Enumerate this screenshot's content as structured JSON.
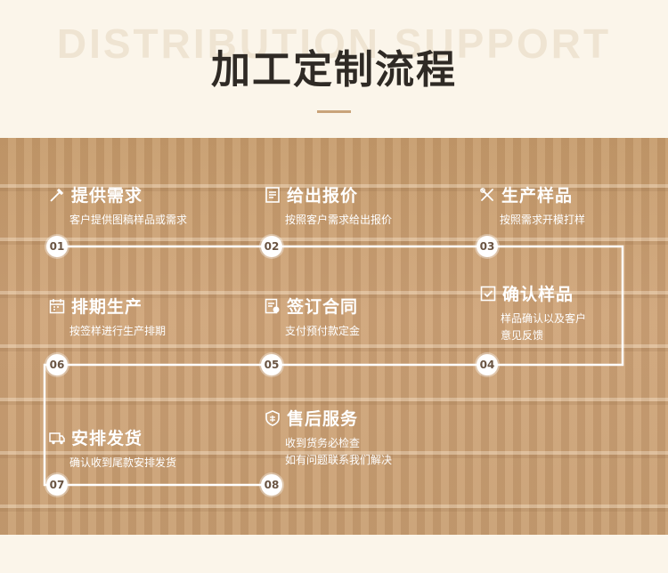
{
  "header": {
    "bg_word": "DISTRIBUTION SUPPORT",
    "title": "加工定制流程"
  },
  "steps": [
    {
      "num": "01",
      "title": "提供需求",
      "desc": [
        "客户提供图稿样品或需求"
      ],
      "icon": "dropper-icon"
    },
    {
      "num": "02",
      "title": "给出报价",
      "desc": [
        "按照客户需求给出报价"
      ],
      "icon": "document-icon"
    },
    {
      "num": "03",
      "title": "生产样品",
      "desc": [
        "按照需求开模打样"
      ],
      "icon": "tools-icon"
    },
    {
      "num": "04",
      "title": "确认样品",
      "desc": [
        "样品确认以及客户",
        "意见反馈"
      ],
      "icon": "checkbox-icon"
    },
    {
      "num": "05",
      "title": "签订合同",
      "desc": [
        "支付预付款定金"
      ],
      "icon": "contract-icon"
    },
    {
      "num": "06",
      "title": "排期生产",
      "desc": [
        "按签样进行生产排期"
      ],
      "icon": "calendar-icon"
    },
    {
      "num": "07",
      "title": "安排发货",
      "desc": [
        "确认收到尾款安排发货"
      ],
      "icon": "truck-icon"
    },
    {
      "num": "08",
      "title": "售后服务",
      "desc": [
        "收到货务必检查",
        "如有问题联系我们解决"
      ],
      "icon": "service-shield-icon"
    }
  ]
}
